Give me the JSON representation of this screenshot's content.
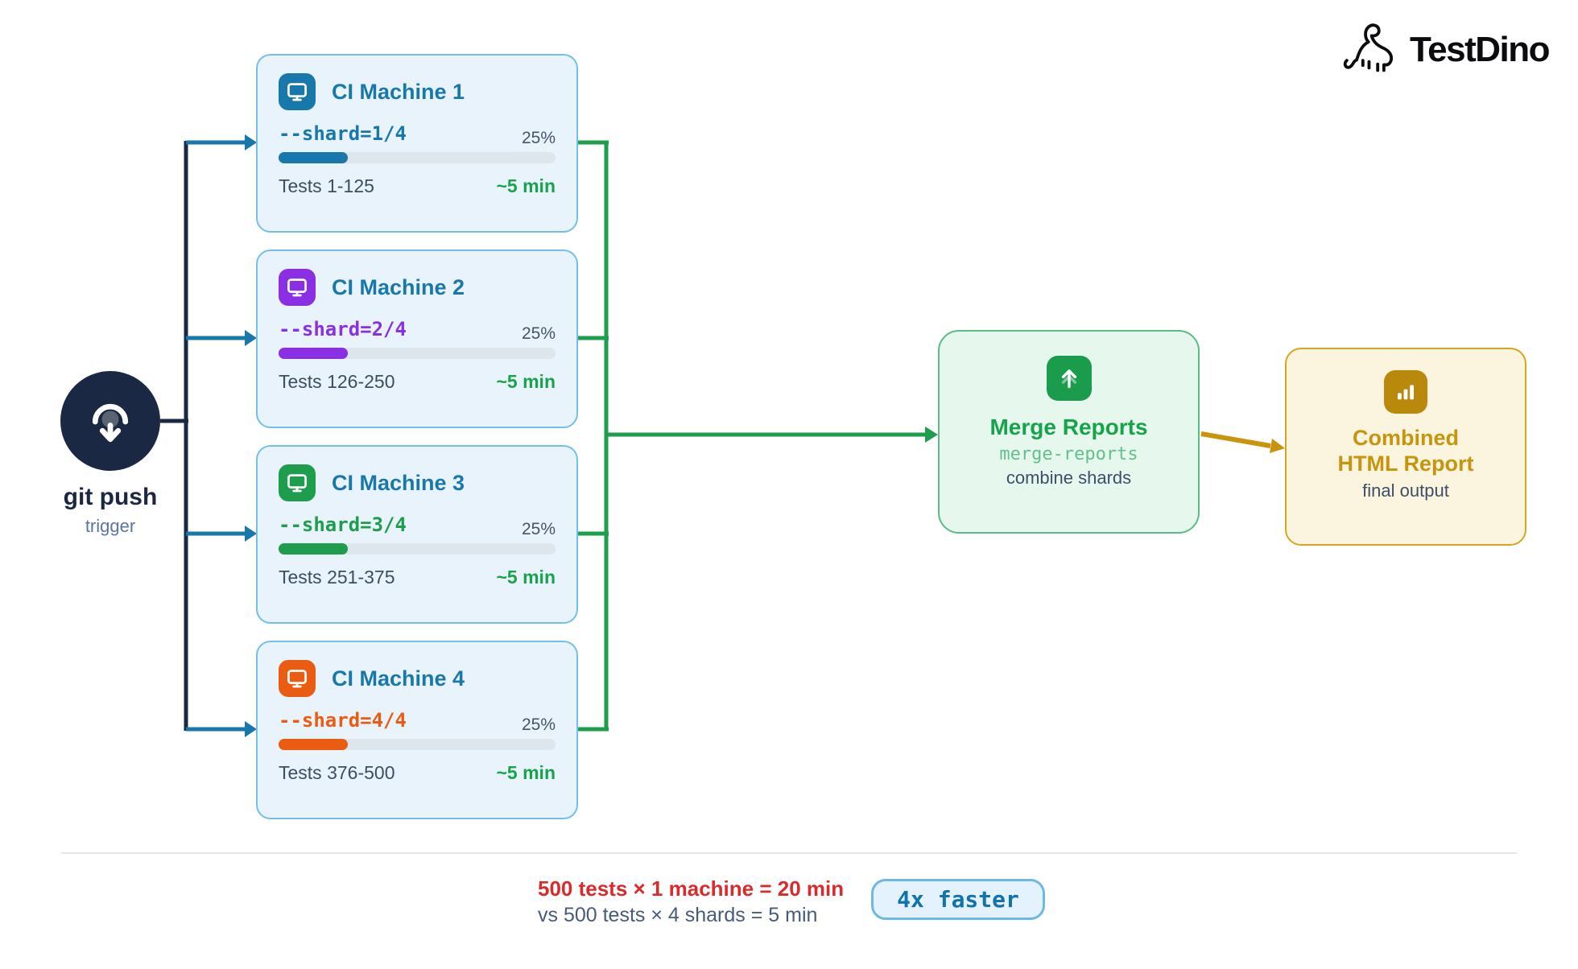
{
  "brand": {
    "name": "TestDino"
  },
  "trigger": {
    "label": "git push",
    "sublabel": "trigger"
  },
  "machines": [
    {
      "title": "CI Machine 1",
      "shard": "--shard=1/4",
      "percent": "25%",
      "tests": "Tests 1-125",
      "duration": "~5 min",
      "accent": "#1878ab",
      "progress_width": "25%"
    },
    {
      "title": "CI Machine 2",
      "shard": "--shard=2/4",
      "percent": "25%",
      "tests": "Tests 126-250",
      "duration": "~5 min",
      "accent": "#8a2fe4",
      "progress_width": "25%"
    },
    {
      "title": "CI Machine 3",
      "shard": "--shard=3/4",
      "percent": "25%",
      "tests": "Tests 251-375",
      "duration": "~5 min",
      "accent": "#1e9e4d",
      "progress_width": "25%"
    },
    {
      "title": "CI Machine 4",
      "shard": "--shard=4/4",
      "percent": "25%",
      "tests": "Tests 376-500",
      "duration": "~5 min",
      "accent": "#ea5c12",
      "progress_width": "25%"
    }
  ],
  "merge": {
    "title": "Merge Reports",
    "command": "merge-reports",
    "subtitle": "combine shards"
  },
  "report": {
    "title_line1": "Combined",
    "title_line2": "HTML Report",
    "subtitle": "final output"
  },
  "summary": {
    "baseline": "500 tests × 1 machine = 20 min",
    "comparison": "vs 500 tests × 4 shards = 5 min",
    "badge": "4x faster"
  },
  "colors": {
    "machine_title_blue": "#1878ab",
    "card_bg": "#e8f3fc",
    "card_border": "#74bfe8",
    "connector_navy": "#1b2844",
    "connector_blue": "#1878ab",
    "connector_green": "#1e9e4d",
    "connector_gold": "#c9940a",
    "merge_green": "#17a34a",
    "report_gold": "#c5950c",
    "duration_green": "#16a34a",
    "baseline_red": "#d92b2b",
    "comparison_slate": "#475b79",
    "badge_blue": "#1272ad"
  }
}
